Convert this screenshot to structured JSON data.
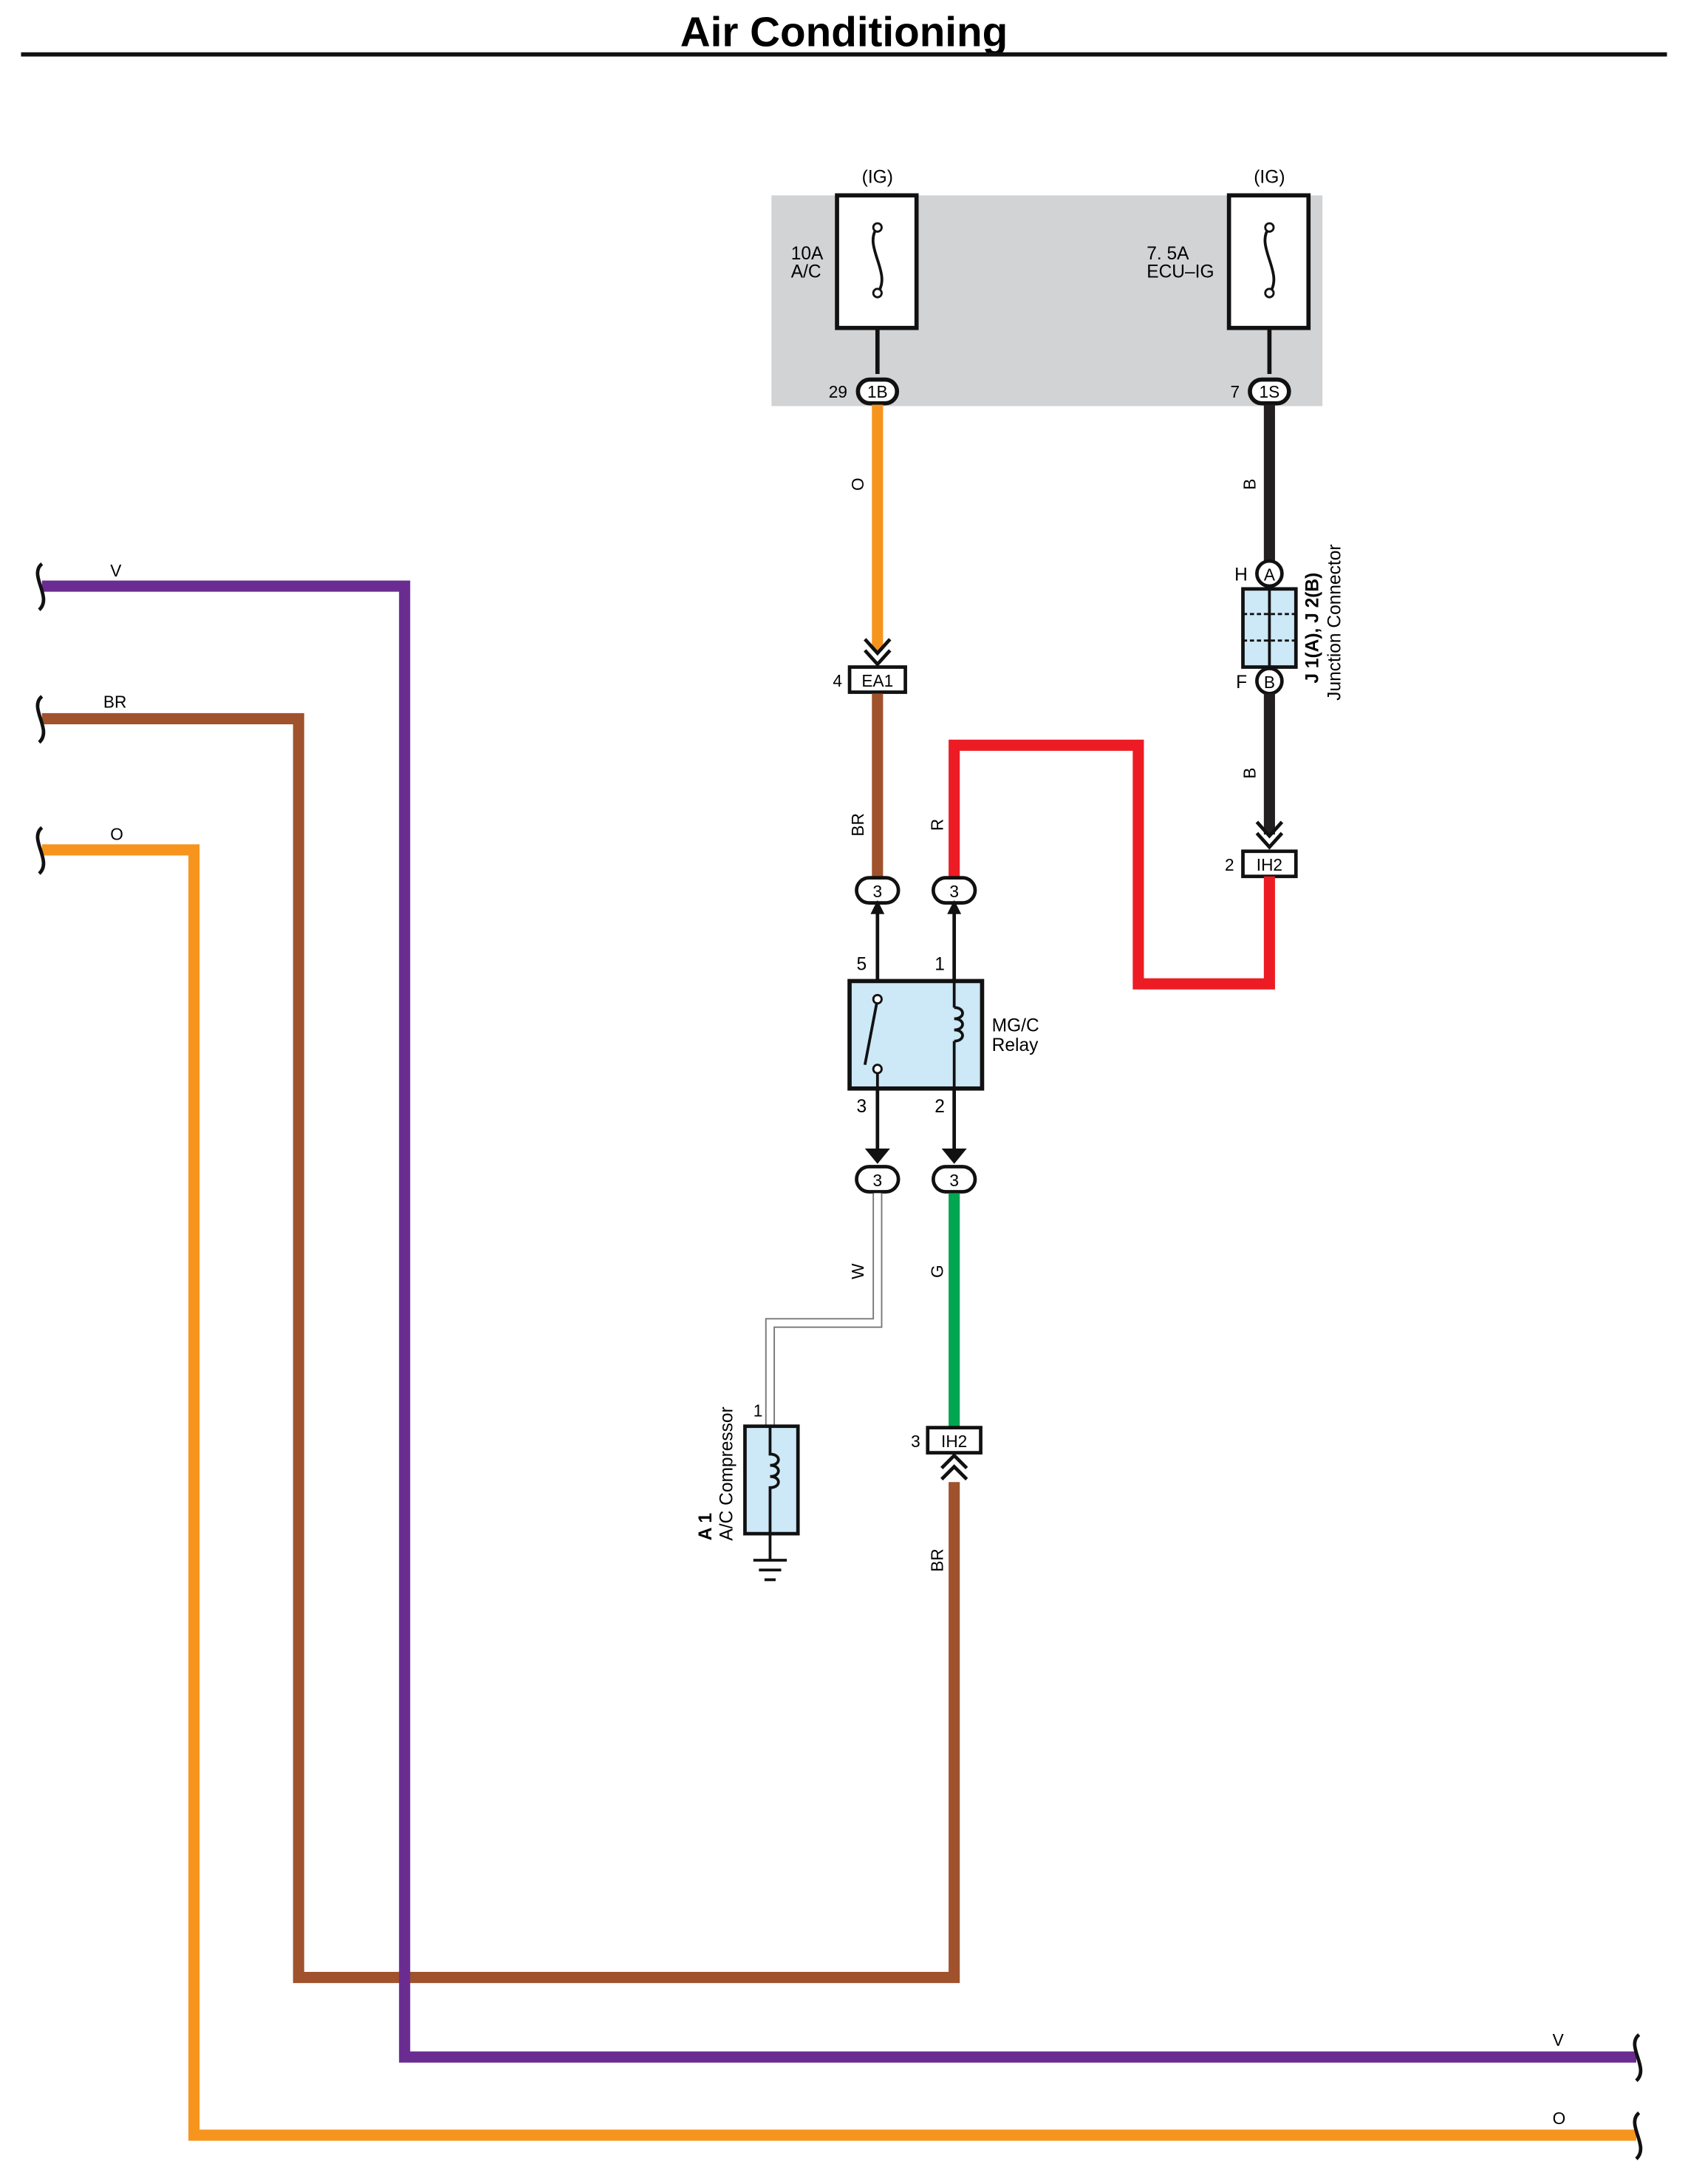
{
  "title": "Air Conditioning",
  "fuse_box": {
    "fuse_ac": {
      "supply": "(IG)",
      "rating": "10A",
      "name": "A/C",
      "pin": "29",
      "connector": "1B"
    },
    "fuse_ecu": {
      "supply": "(IG)",
      "rating": "7. 5A",
      "name": "ECU–IG",
      "pin": "7",
      "connector": "1S"
    }
  },
  "wires": {
    "orange_top": "O",
    "black_top": "B",
    "black_mid": "B",
    "brown_relay": "BR",
    "red_relay": "R",
    "white": "W",
    "green": "G",
    "brown_lower": "BR",
    "left_v": "V",
    "left_br": "BR",
    "left_o": "O",
    "right_v": "V",
    "right_o": "O"
  },
  "colors": {
    "O": "#f7941d",
    "B": "#231f20",
    "BR": "#a0522d",
    "R": "#ed1c24",
    "G": "#00a651",
    "W": "#ffffff",
    "V": "#6a2c91",
    "relay_fill": "#cde8f7",
    "fuse_box_fill": "#d1d3d4"
  },
  "connectors": {
    "ea1": {
      "pin": "4",
      "name": "EA1"
    },
    "ih2_top": {
      "pin": "2",
      "name": "IH2"
    },
    "ih2_bottom": {
      "pin": "3",
      "name": "IH2"
    },
    "relay_upper_left": "3",
    "relay_upper_right": "3",
    "relay_lower_left": "3",
    "relay_lower_right": "3"
  },
  "junction": {
    "pin_top": "H",
    "conn_top": "A",
    "pin_bottom": "F",
    "conn_bottom": "B",
    "id": "J 1(A), J 2(B)",
    "name": "Junction Connector"
  },
  "relay": {
    "name_line1": "MG/C",
    "name_line2": "Relay",
    "pin_5": "5",
    "pin_1": "1",
    "pin_3": "3",
    "pin_2": "2"
  },
  "compressor": {
    "id": "A 1",
    "name": "A/C Compressor",
    "pin": "1"
  }
}
